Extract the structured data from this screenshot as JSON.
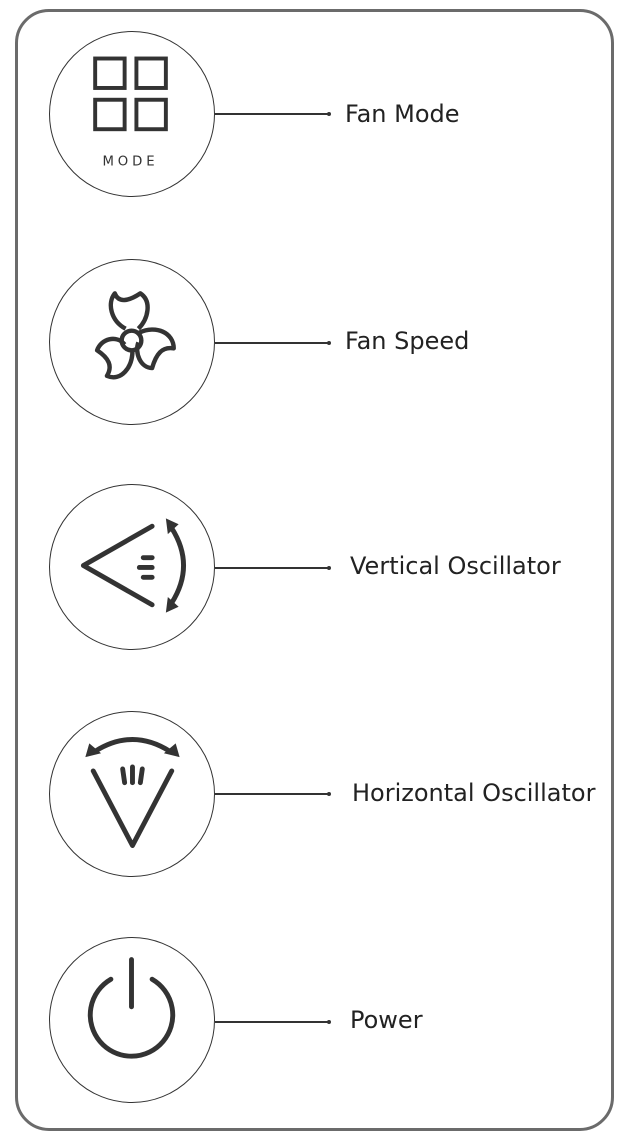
{
  "panel": {
    "controls": [
      {
        "id": "fan-mode",
        "label": "Fan Mode",
        "icon": "mode-grid-icon",
        "icon_text": "MODE"
      },
      {
        "id": "fan-speed",
        "label": "Fan Speed",
        "icon": "fan-icon"
      },
      {
        "id": "vertical-oscillator",
        "label": "Vertical Oscillator",
        "icon": "vertical-oscillation-icon"
      },
      {
        "id": "horizontal-oscillator",
        "label": "Horizontal Oscillator",
        "icon": "horizontal-oscillation-icon"
      },
      {
        "id": "power",
        "label": "Power",
        "icon": "power-icon"
      }
    ]
  },
  "colors": {
    "stroke": "#333333",
    "border": "#6b6b6b",
    "text": "#222222"
  }
}
